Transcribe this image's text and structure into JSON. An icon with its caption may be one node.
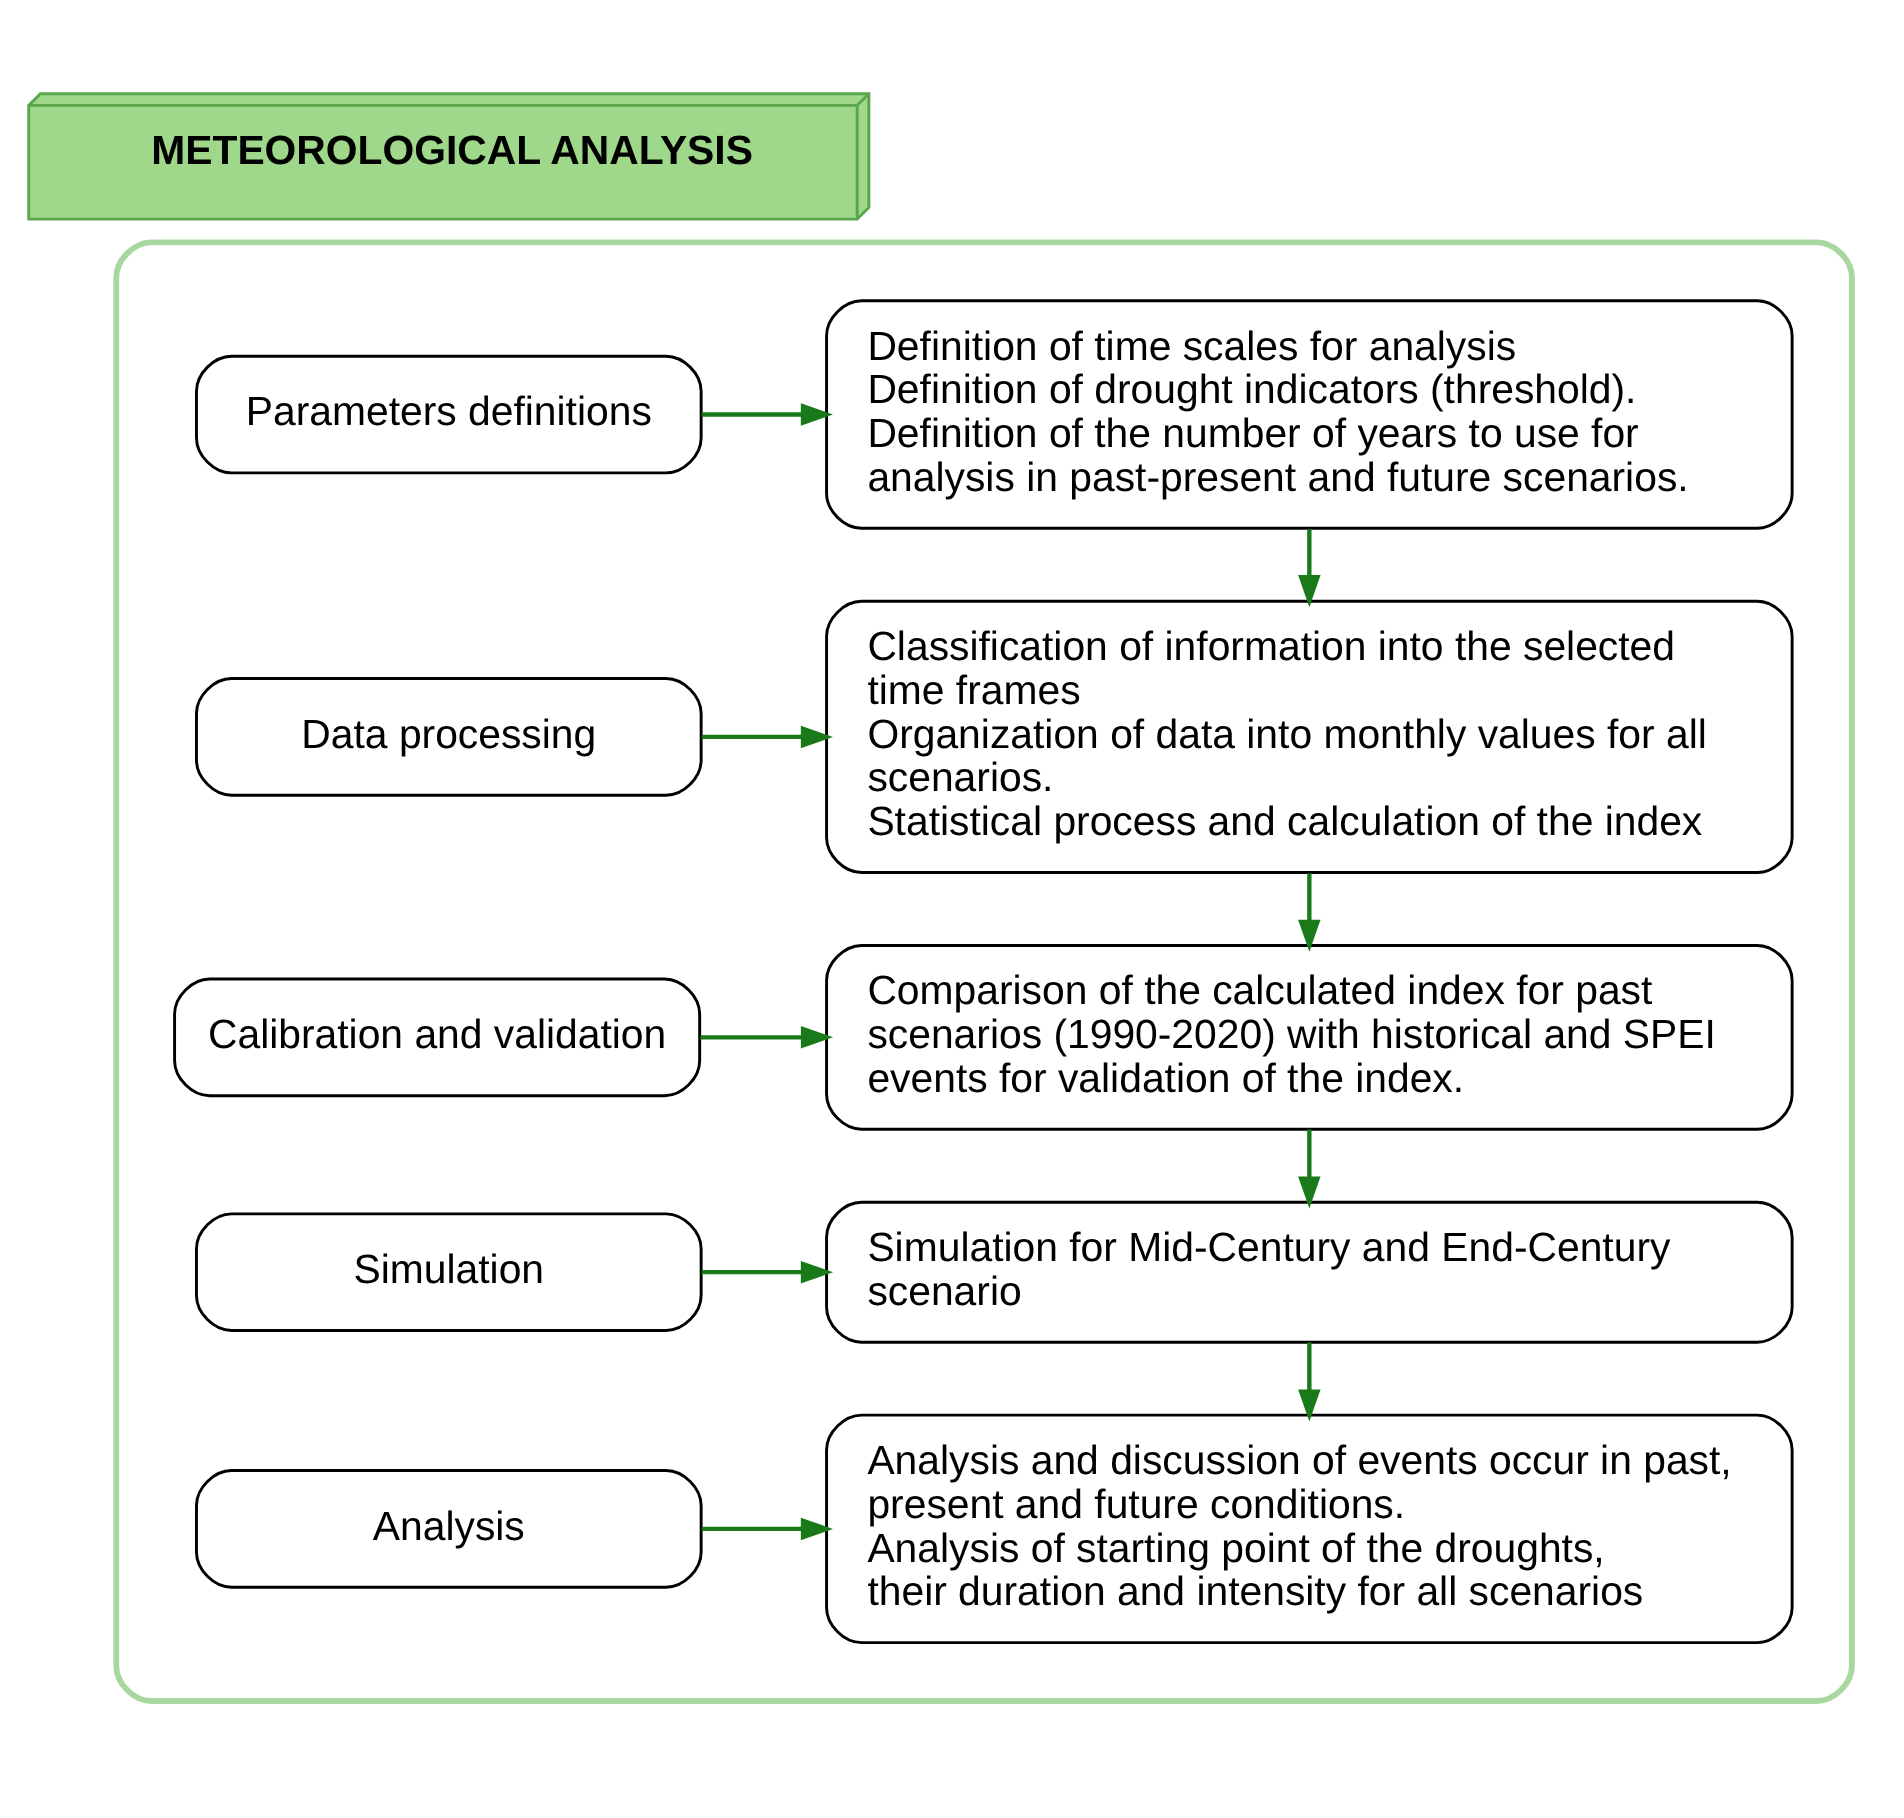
{
  "diagram": {
    "nodes": [
      {
        "text": [
          "METEOROLOGICAL ANALYSIS"
        ]
      },
      {
        "text": [],
        "shape": "box"
      },
      {
        "text": [
          "Parameters definitions"
        ],
        "in": 1
      },
      {
        "text": [
          "Definition of time scales for analysis",
          "Definition of drought indicators (threshold).",
          "Definition of the number of years to use for analysis in past-present and future scenarios."
        ],
        "in": 1
      },
      {
        "text": [
          "Data processing"
        ],
        "in": 1
      },
      {
        "text": [
          "Classification of information into the selected time frames",
          "Organization of data into monthly values for all scenarios.",
          "Statistical process and calculation of the index"
        ],
        "in": 1
      },
      {
        "text": [
          "Calibration and validation"
        ],
        "in": 1
      },
      {
        "text": [
          "Comparison of the calculated index for past scenarios (1990-2020) with historical and SPEI events for validation of the index."
        ],
        "in": 1
      },
      {
        "text": [
          "Simulation"
        ],
        "in": 1
      },
      {
        "text": [
          "Simulation for Mid-Century and End-Century scenario"
        ],
        "in": 1
      },
      {
        "text": [
          "Analysis"
        ],
        "in": 1
      },
      {
        "text": [
          "Analysis and discussion of events occur in past, present and future conditions.",
          "Analysis of starting point of the droughts, their duration and intensity for all scenarios"
        ],
        "in": 1
      }
    ],
    "edges": [
      {
        "from": 2,
        "to": 3,
        "arrow": "to"
      },
      {
        "from": 3,
        "to": 5,
        "arrow": "to"
      },
      {
        "from": 4,
        "to": 5,
        "arrow": "to"
      },
      {
        "from": 5,
        "to": 7,
        "arrow": "to"
      },
      {
        "from": 6,
        "to": 7,
        "arrow": "to"
      },
      {
        "from": 7,
        "to": 9,
        "arrow": "to"
      },
      {
        "from": 8,
        "to": 9,
        "arrow": "to"
      },
      {
        "from": 9,
        "to": 11,
        "arrow": "to"
      },
      {
        "from": 10,
        "to": 11,
        "arrow": "to"
      }
    ]
  }
}
